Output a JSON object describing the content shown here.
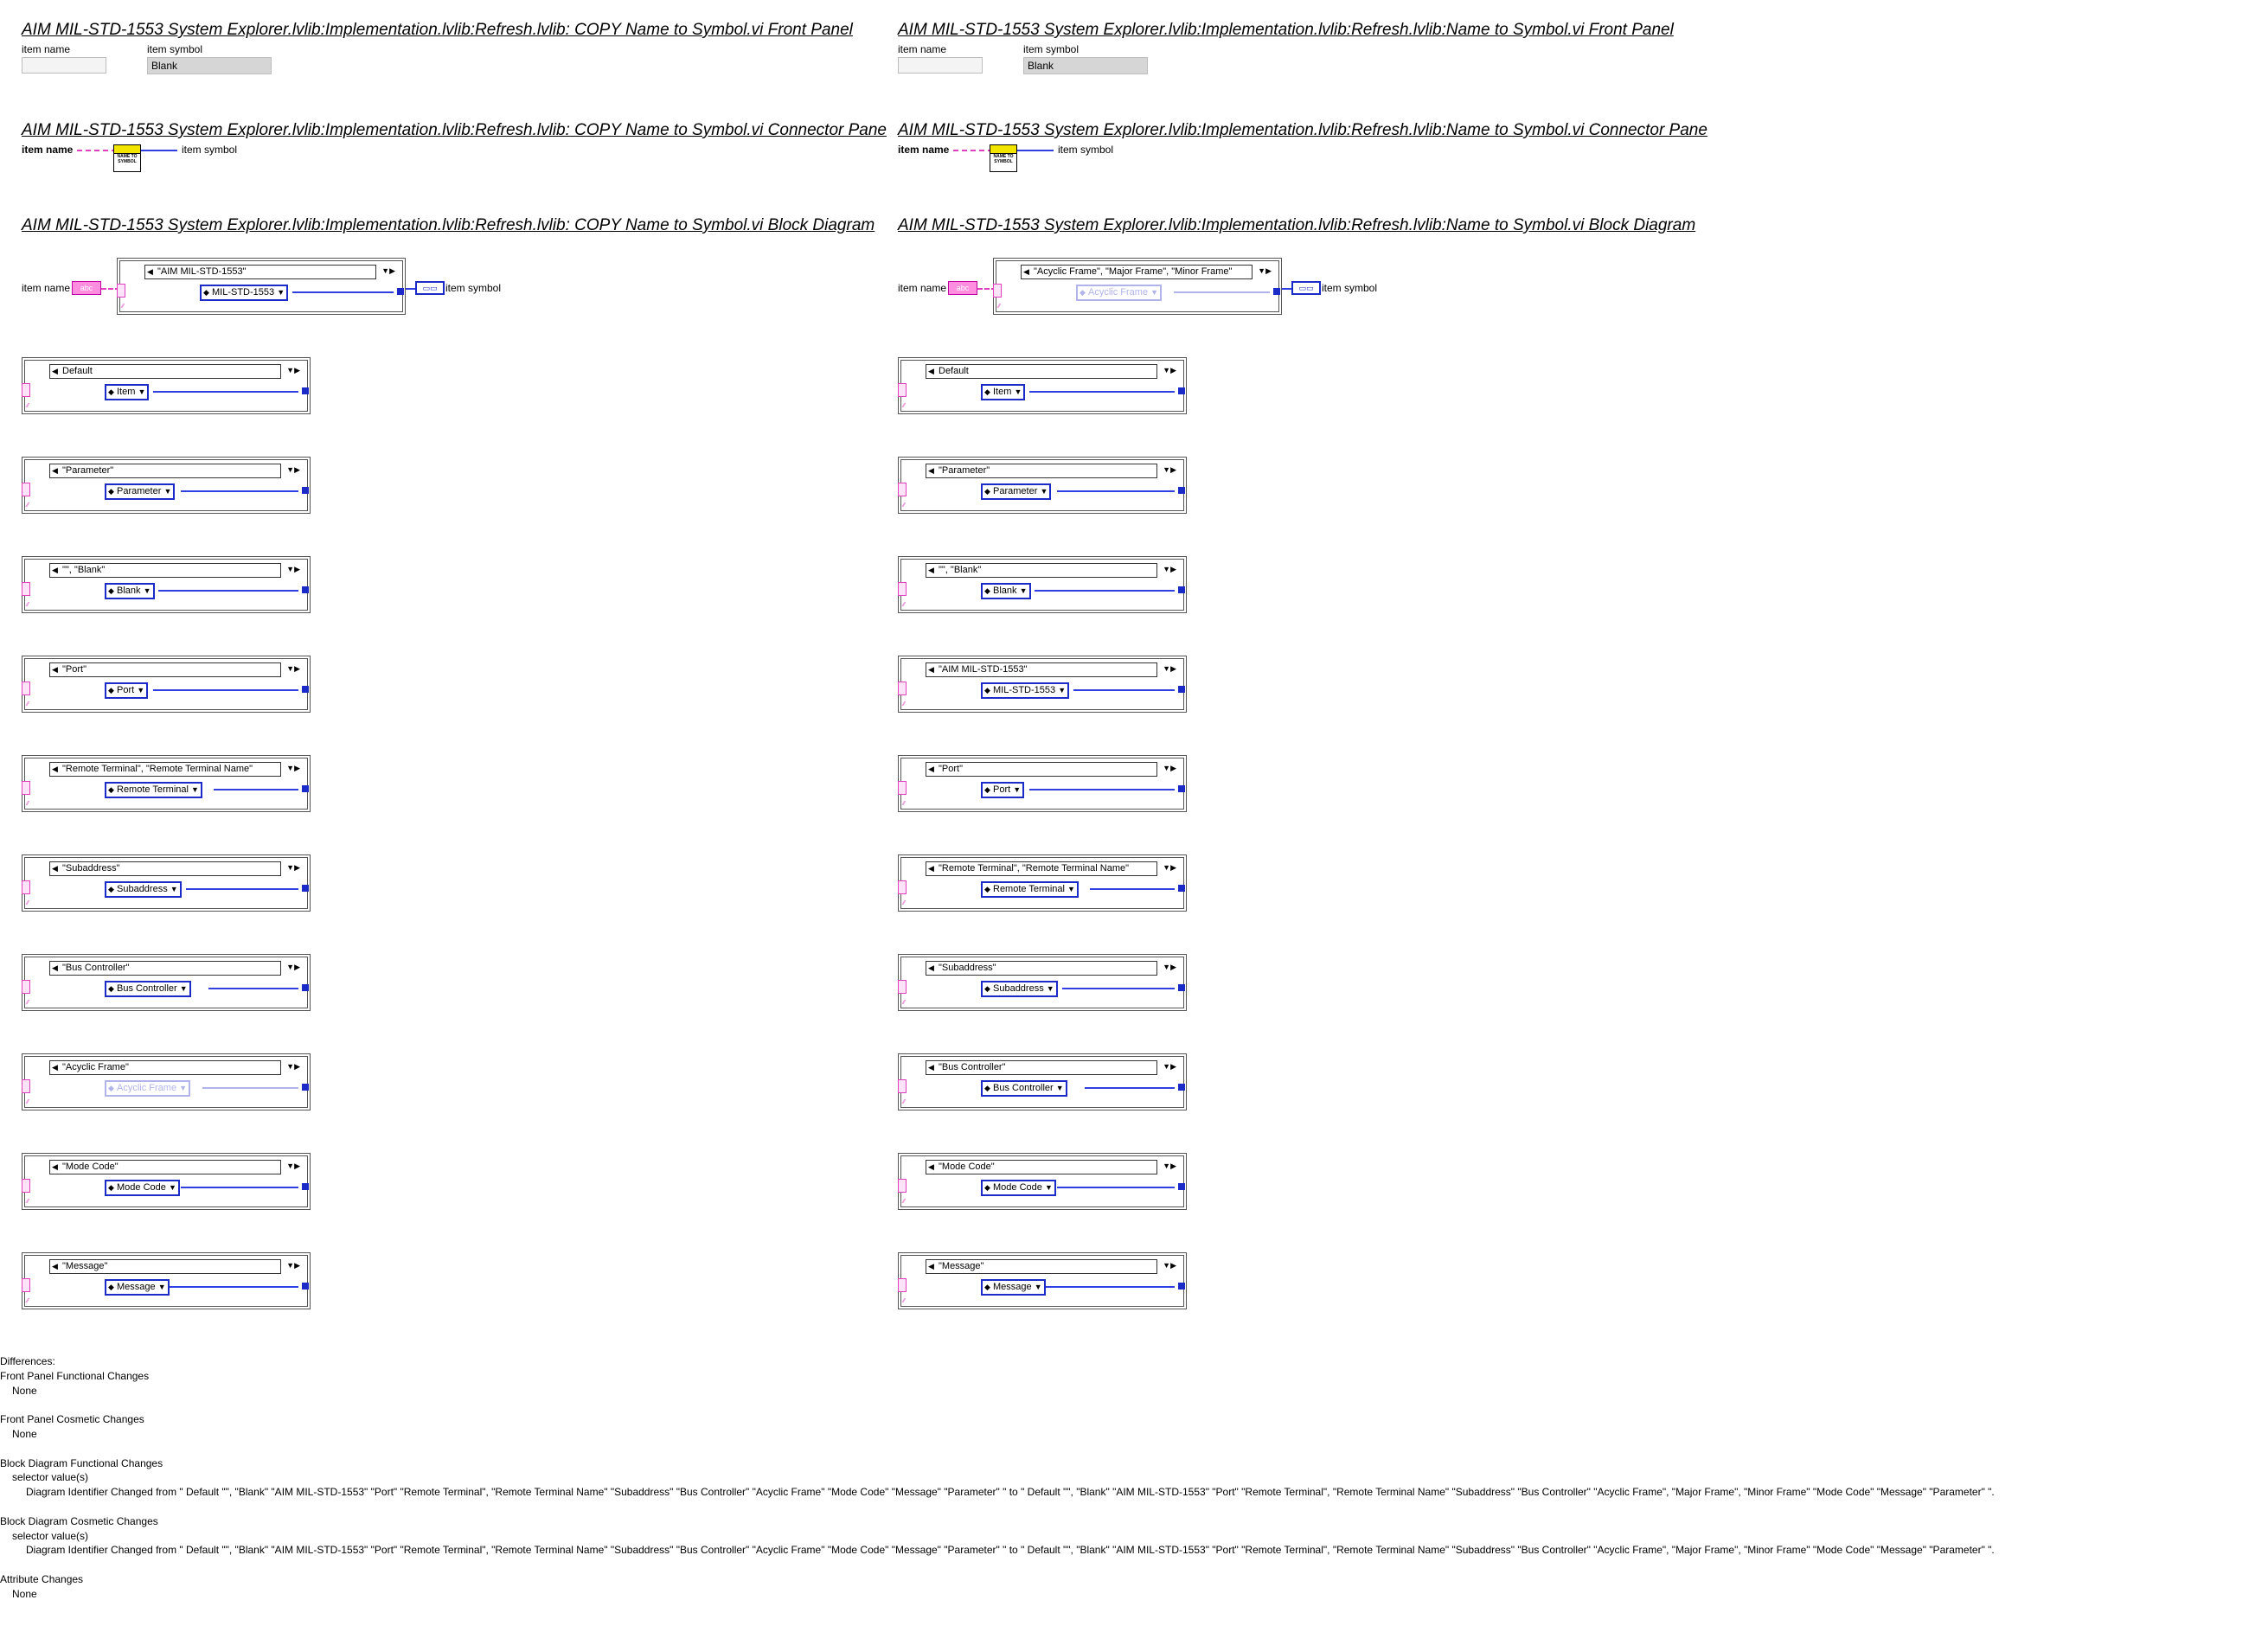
{
  "left": {
    "fp_title": "AIM MIL-STD-1553 System Explorer.lvlib:Implementation.lvlib:Refresh.lvlib:  COPY  Name to Symbol.vi Front Panel",
    "fp_item_name_label": "item name",
    "fp_item_symbol_label": "item symbol",
    "fp_item_symbol_value": "Blank",
    "cp_title": "AIM MIL-STD-1553 System Explorer.lvlib:Implementation.lvlib:Refresh.lvlib:  COPY  Name to Symbol.vi Connector Pane",
    "cp_in_label": "item name",
    "cp_out_label": "item symbol",
    "cp_icon_text": "NAME TO SYMBOL",
    "bd_title": "AIM MIL-STD-1553 System Explorer.lvlib:Implementation.lvlib:Refresh.lvlib:  COPY  Name to Symbol.vi Block Diagram",
    "bd_in_label": "item name",
    "bd_out_label": "item symbol",
    "main_case": {
      "selector": "\"AIM MIL-STD-1553\"",
      "enum": "MIL-STD-1553",
      "ghost": false
    },
    "cases": [
      {
        "selector": "Default",
        "enum": "Item",
        "ghost": false
      },
      {
        "selector": "\"Parameter\"",
        "enum": "Parameter",
        "ghost": false
      },
      {
        "selector": "\"\", \"Blank\"",
        "enum": "Blank",
        "ghost": false
      },
      {
        "selector": "\"Port\"",
        "enum": "Port",
        "ghost": false
      },
      {
        "selector": "\"Remote Terminal\", \"Remote Terminal Name\"",
        "enum": "Remote Terminal",
        "ghost": false
      },
      {
        "selector": "\"Subaddress\"",
        "enum": "Subaddress",
        "ghost": false
      },
      {
        "selector": "\"Bus Controller\"",
        "enum": "Bus Controller",
        "ghost": false
      },
      {
        "selector": "\"Acyclic Frame\"",
        "enum": "Acyclic Frame",
        "ghost": true
      },
      {
        "selector": "\"Mode Code\"",
        "enum": "Mode Code",
        "ghost": false
      },
      {
        "selector": "\"Message\"",
        "enum": "Message",
        "ghost": false
      }
    ]
  },
  "right": {
    "fp_title": "AIM MIL-STD-1553 System Explorer.lvlib:Implementation.lvlib:Refresh.lvlib:Name to Symbol.vi Front Panel",
    "fp_item_name_label": "item name",
    "fp_item_symbol_label": "item symbol",
    "fp_item_symbol_value": "Blank",
    "cp_title": "AIM MIL-STD-1553 System Explorer.lvlib:Implementation.lvlib:Refresh.lvlib:Name to Symbol.vi Connector Pane",
    "cp_in_label": "item name",
    "cp_out_label": "item symbol",
    "cp_icon_text": "NAME TO SYMBOL",
    "bd_title": "AIM MIL-STD-1553 System Explorer.lvlib:Implementation.lvlib:Refresh.lvlib:Name to Symbol.vi Block Diagram",
    "bd_in_label": "item name",
    "bd_out_label": "item symbol",
    "main_case": {
      "selector": "\"Acyclic Frame\", \"Major Frame\", \"Minor Frame\"",
      "enum": "Acyclic Frame",
      "ghost": true
    },
    "cases": [
      {
        "selector": "Default",
        "enum": "Item",
        "ghost": false
      },
      {
        "selector": "\"Parameter\"",
        "enum": "Parameter",
        "ghost": false
      },
      {
        "selector": "\"\", \"Blank\"",
        "enum": "Blank",
        "ghost": false
      },
      {
        "selector": "\"AIM MIL-STD-1553\"",
        "enum": "MIL-STD-1553",
        "ghost": false
      },
      {
        "selector": "\"Port\"",
        "enum": "Port",
        "ghost": false
      },
      {
        "selector": "\"Remote Terminal\", \"Remote Terminal Name\"",
        "enum": "Remote Terminal",
        "ghost": false
      },
      {
        "selector": "\"Subaddress\"",
        "enum": "Subaddress",
        "ghost": false
      },
      {
        "selector": "\"Bus Controller\"",
        "enum": "Bus Controller",
        "ghost": false
      },
      {
        "selector": "\"Mode Code\"",
        "enum": "Mode Code",
        "ghost": false
      },
      {
        "selector": "\"Message\"",
        "enum": "Message",
        "ghost": false
      }
    ]
  },
  "diff": {
    "heading": "Differences:",
    "fp_func": "Front Panel Functional Changes",
    "fp_func_val": "None",
    "fp_cos": "Front Panel Cosmetic Changes",
    "fp_cos_val": "None",
    "bd_func": "Block Diagram Functional Changes",
    "bd_func_item": "selector value(s)",
    "bd_func_detail": "Diagram Identifier  Changed from \" Default   \"\", \"Blank\"   \"AIM MIL-STD-1553\"   \"Port\"   \"Remote Terminal\", \"Remote Terminal Name\"   \"Subaddress\"   \"Bus Controller\"   \"Acyclic Frame\"   \"Mode Code\"   \"Message\"   \"Parameter\" \" to \" Default   \"\", \"Blank\"   \"AIM MIL-STD-1553\"   \"Port\"   \"Remote Terminal\", \"Remote Terminal Name\"   \"Subaddress\"   \"Bus Controller\"   \"Acyclic Frame\", \"Major Frame\", \"Minor Frame\"   \"Mode Code\"   \"Message\"   \"Parameter\" \".",
    "bd_cos": "Block Diagram Cosmetic Changes",
    "bd_cos_item": "selector value(s)",
    "bd_cos_detail": "Diagram Identifier  Changed from \" Default   \"\", \"Blank\"   \"AIM MIL-STD-1553\"   \"Port\"   \"Remote Terminal\", \"Remote Terminal Name\"   \"Subaddress\"   \"Bus Controller\"   \"Acyclic Frame\"   \"Mode Code\"   \"Message\"   \"Parameter\" \" to \" Default   \"\", \"Blank\"   \"AIM MIL-STD-1553\"   \"Port\"   \"Remote Terminal\", \"Remote Terminal Name\"   \"Subaddress\"   \"Bus Controller\"   \"Acyclic Frame\", \"Major Frame\", \"Minor Frame\"   \"Mode Code\"   \"Message\"   \"Parameter\" \".",
    "attr": "Attribute Changes",
    "attr_val": "None"
  }
}
